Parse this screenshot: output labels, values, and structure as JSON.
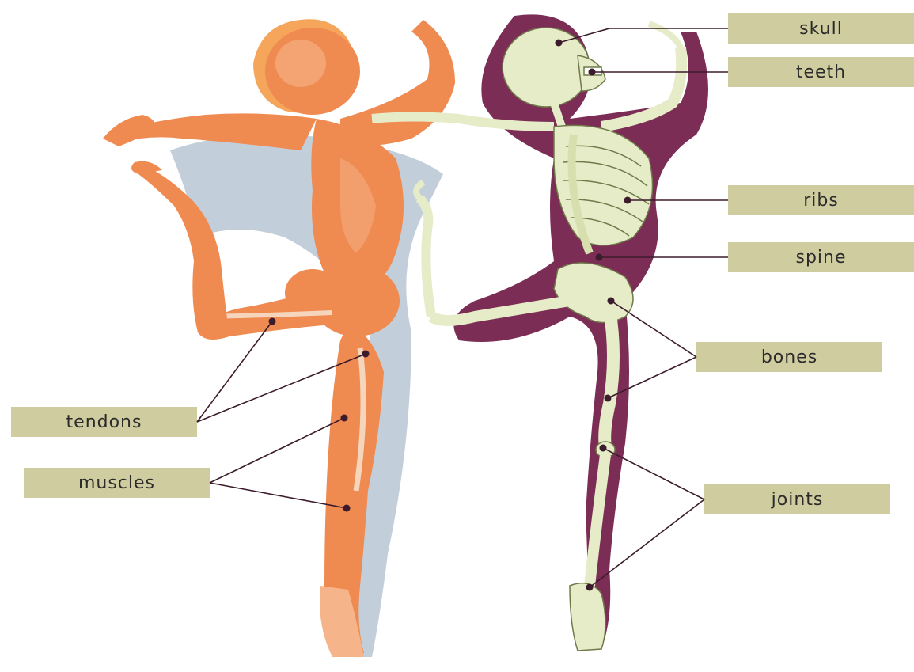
{
  "colors": {
    "label_fill": "#cfcd9f",
    "leader_line": "#3b1b2c",
    "muscle_fill": "#ef8a50",
    "muscle_light": "#f6b48a",
    "bone_fill": "#e6ecc7",
    "skeleton_shadow": "#7c2d55",
    "figure_shadow": "#b7c6d2",
    "hair": "#f5a65a"
  },
  "labels": {
    "skull": "skull",
    "teeth": "teeth",
    "ribs": "ribs",
    "spine": "spine",
    "bones": "bones",
    "joints": "joints",
    "tendons": "tendons",
    "muscles": "muscles"
  }
}
